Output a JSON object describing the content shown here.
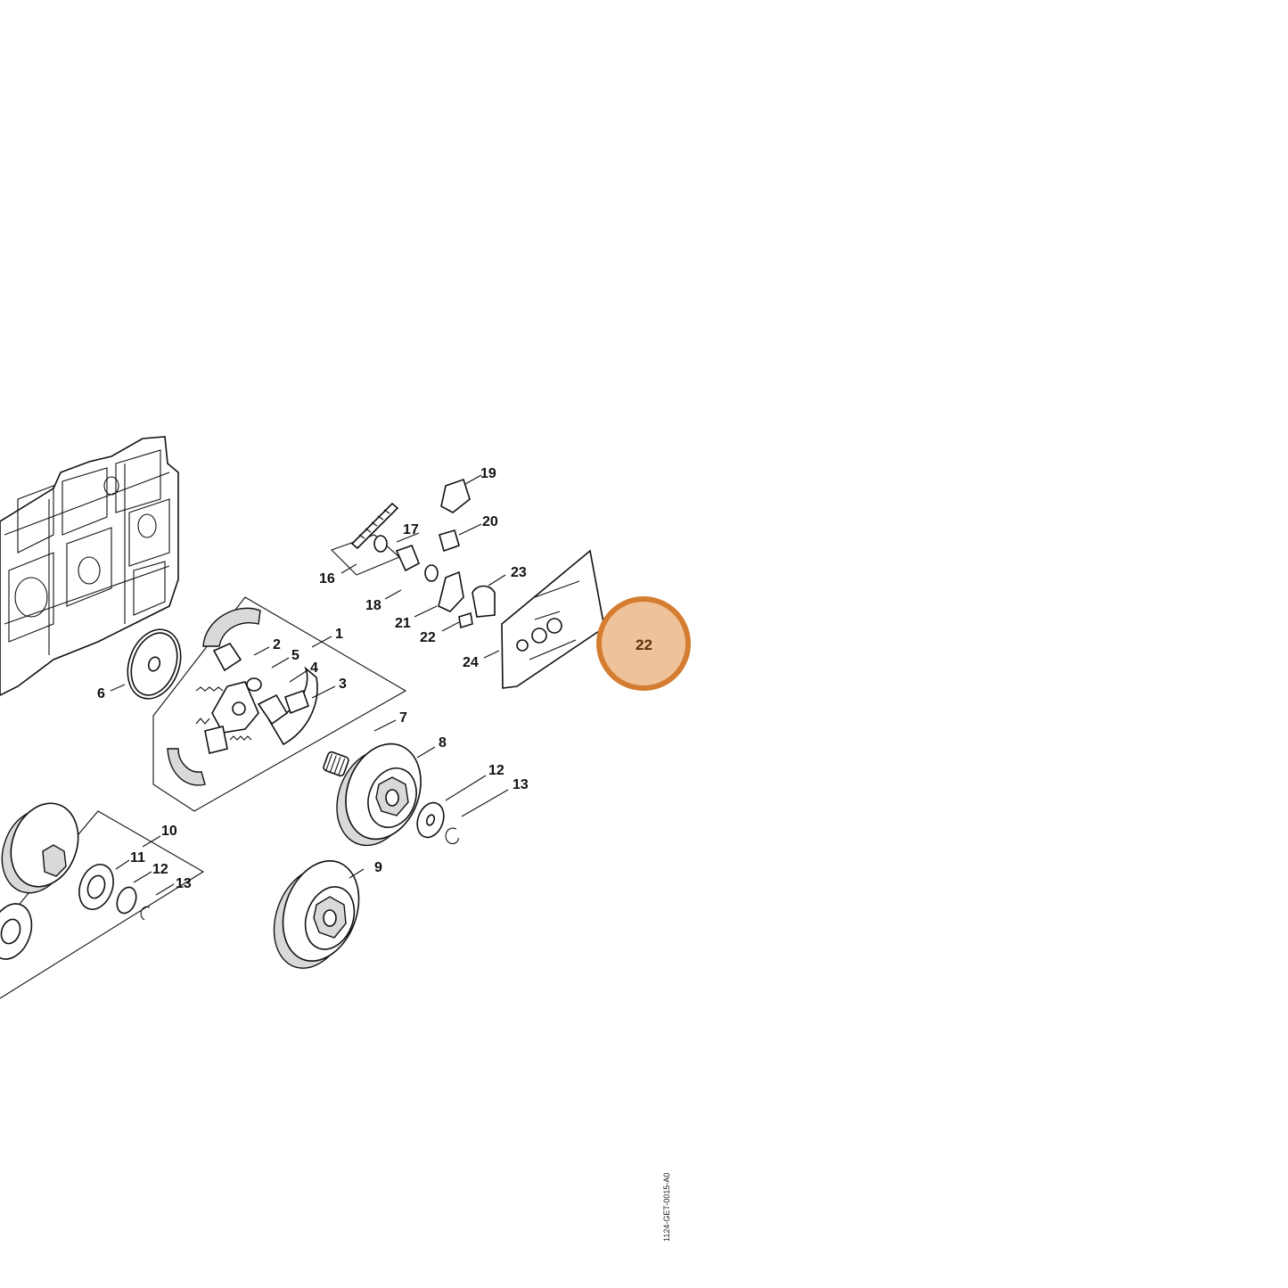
{
  "diagram": {
    "document_id": "1124-GET-0015-A0",
    "highlight": {
      "label": "22",
      "fill": "#efc39a",
      "stroke": "#d47c2f"
    },
    "callouts": [
      {
        "id": "c1",
        "text": "1"
      },
      {
        "id": "c2",
        "text": "2"
      },
      {
        "id": "c3",
        "text": "3"
      },
      {
        "id": "c4",
        "text": "4"
      },
      {
        "id": "c5",
        "text": "5"
      },
      {
        "id": "c6",
        "text": "6"
      },
      {
        "id": "c7",
        "text": "7"
      },
      {
        "id": "c8",
        "text": "8"
      },
      {
        "id": "c9",
        "text": "9"
      },
      {
        "id": "c10",
        "text": "10"
      },
      {
        "id": "c11",
        "text": "11"
      },
      {
        "id": "c12a",
        "text": "12"
      },
      {
        "id": "c12b",
        "text": "12"
      },
      {
        "id": "c13a",
        "text": "13"
      },
      {
        "id": "c13b",
        "text": "13"
      },
      {
        "id": "c16",
        "text": "16"
      },
      {
        "id": "c17",
        "text": "17"
      },
      {
        "id": "c18",
        "text": "18"
      },
      {
        "id": "c19",
        "text": "19"
      },
      {
        "id": "c20",
        "text": "20"
      },
      {
        "id": "c21",
        "text": "21"
      },
      {
        "id": "c22",
        "text": "22"
      },
      {
        "id": "c23",
        "text": "23"
      },
      {
        "id": "c24",
        "text": "24"
      }
    ]
  }
}
